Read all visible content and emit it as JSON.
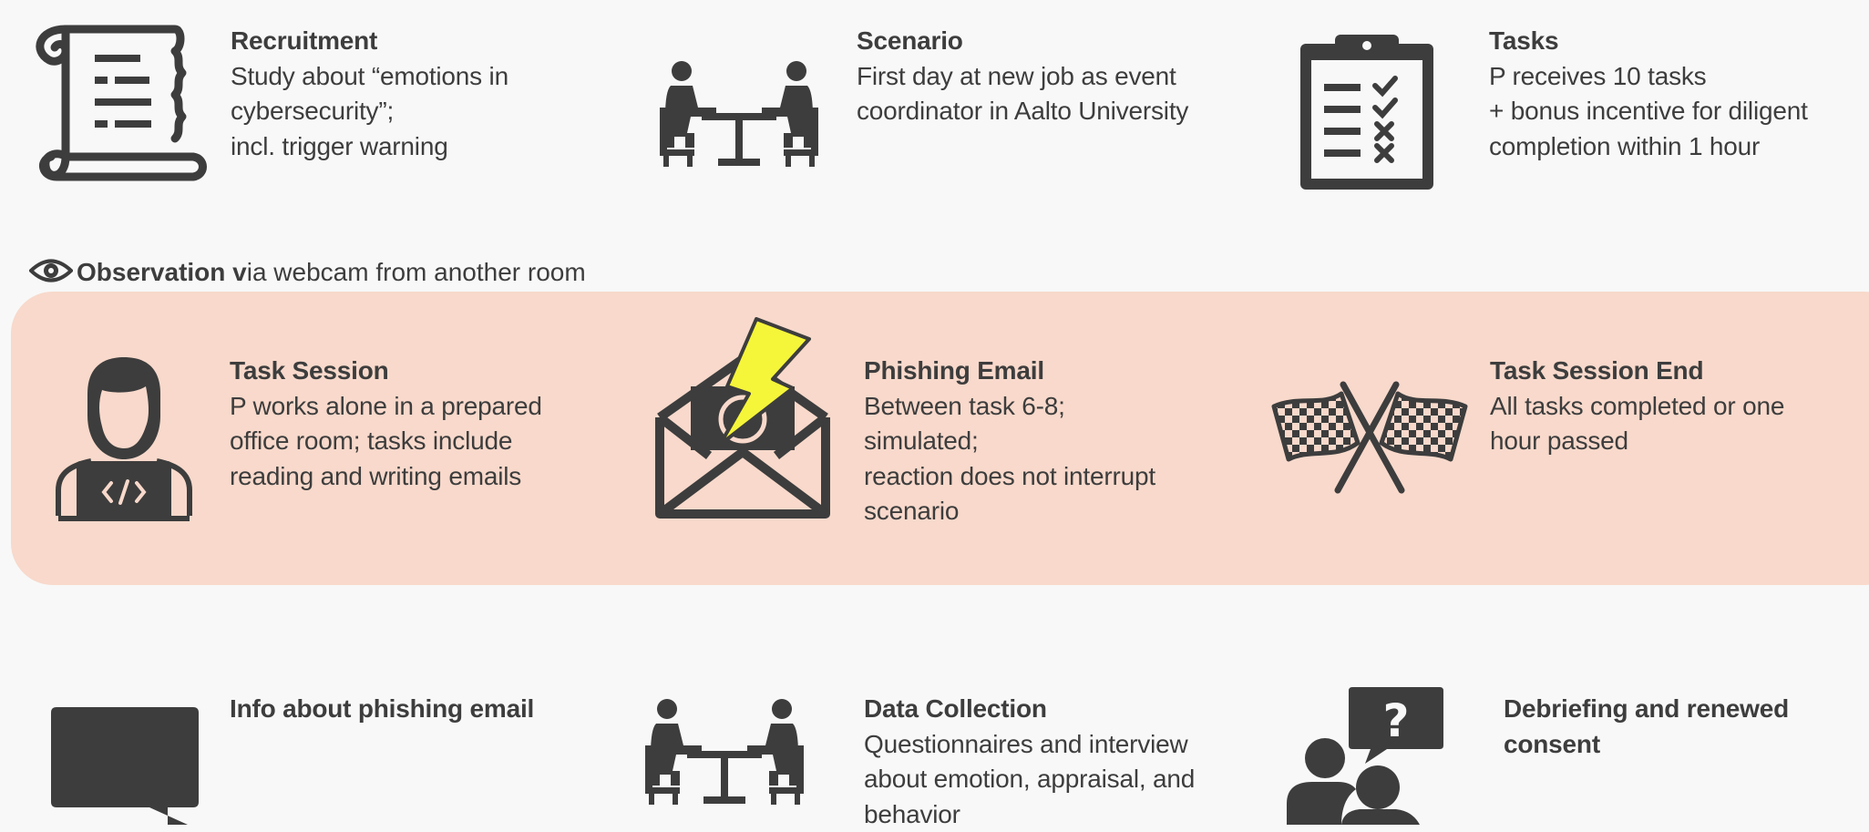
{
  "steps": {
    "recruitment": {
      "title": "Recruitment",
      "lines": [
        "Study about “emotions in",
        "cybersecurity”;",
        "incl. trigger warning"
      ],
      "icon": "scroll-icon"
    },
    "scenario": {
      "title": "Scenario",
      "lines": [
        "First day at new job as event",
        "coordinator in Aalto University"
      ],
      "icon": "meeting-table-icon"
    },
    "tasks": {
      "title": "Tasks",
      "lines": [
        "P receives 10 tasks",
        "+ bonus incentive for diligent",
        "completion within 1 hour"
      ],
      "icon": "clipboard-checklist-icon"
    },
    "task_session": {
      "title": "Task Session",
      "lines": [
        "P works alone in a prepared",
        "office room; tasks include",
        "reading and writing emails"
      ],
      "icon": "person-laptop-icon"
    },
    "phishing_email": {
      "title": "Phishing Email",
      "lines": [
        "Between task 6-8;",
        "simulated;",
        "reaction does not interrupt",
        "scenario"
      ],
      "icon": "envelope-lightning-icon"
    },
    "task_session_end": {
      "title": "Task Session End",
      "lines": [
        "All tasks completed or one",
        "hour passed"
      ],
      "icon": "checkered-flags-icon"
    },
    "info_phishing": {
      "title": "Info about phishing email",
      "lines": [],
      "icon": "speech-bubble-icon"
    },
    "data_collection": {
      "title": "Data Collection",
      "lines": [
        "Questionnaires and interview",
        "about emotion, appraisal, and",
        "behavior"
      ],
      "icon": "meeting-table-icon"
    },
    "debriefing": {
      "title": "Debriefing and renewed",
      "title2": "consent",
      "lines": [],
      "icon": "people-question-icon"
    }
  },
  "observation": {
    "bold": "Observation v",
    "rest": "ia webcam from another  room",
    "icon": "eye-icon"
  },
  "colors": {
    "band": "#f8d9cb",
    "icon": "#3d3d3d",
    "lightning": "#f5f53a",
    "background": "#f8f8f8"
  }
}
